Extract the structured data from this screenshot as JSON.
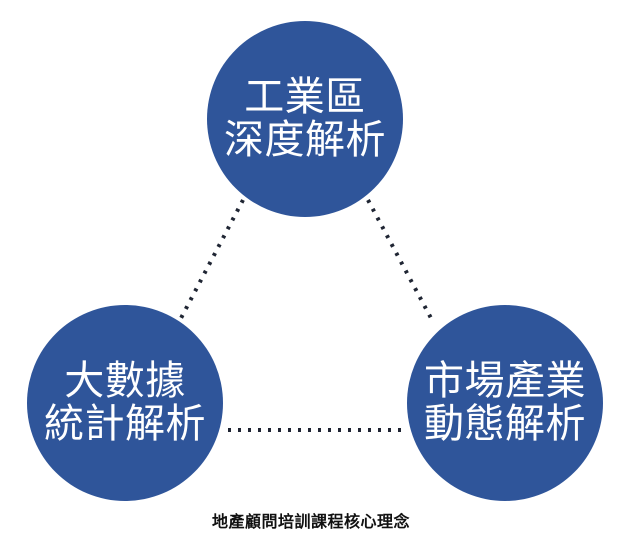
{
  "diagram": {
    "type": "triangle-concept-diagram",
    "background_color": "#ffffff",
    "node_color": "#2f559a",
    "node_text_color": "#ffffff",
    "connector_color": "#1f2533",
    "connector_style": "dotted",
    "caption_color": "#111111",
    "nodes": [
      {
        "id": "top",
        "position": "top",
        "line1": "工業區",
        "line2": "深度解析"
      },
      {
        "id": "left",
        "position": "bottom-left",
        "line1": "大數據",
        "line2": "統計解析"
      },
      {
        "id": "right",
        "position": "bottom-right",
        "line1": "市場產業",
        "line2": "動態解析"
      }
    ],
    "connectors": [
      {
        "from": "top",
        "to": "left"
      },
      {
        "from": "top",
        "to": "right"
      },
      {
        "from": "left",
        "to": "right"
      }
    ],
    "caption": "地產顧問培訓課程核心理念"
  }
}
